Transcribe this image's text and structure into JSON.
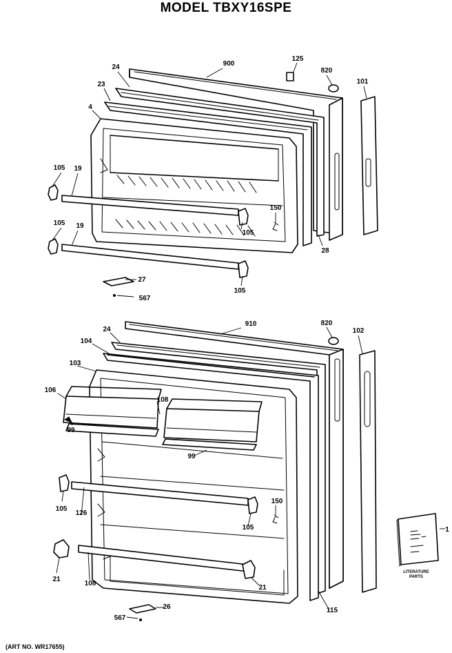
{
  "title": "MODEL TBXY16SPE",
  "art_number": "(ART NO. WR17655)",
  "literature_caption": [
    "LITERATURE",
    "PARTS"
  ],
  "upper_labels": {
    "l900": "900",
    "l125": "125",
    "l820": "820",
    "l101": "101",
    "l24": "24",
    "l23": "23",
    "l4": "4",
    "l105a": "105",
    "l19a": "19",
    "l105b": "105",
    "l19b": "19",
    "l150": "150",
    "l105c": "105",
    "l105d": "105",
    "l28": "28",
    "l27": "27",
    "l567": "567"
  },
  "lower_labels": {
    "l910": "910",
    "l820": "820",
    "l102": "102",
    "l24": "24",
    "l104": "104",
    "l103": "103",
    "l106": "106",
    "l108a": "108",
    "l99a": "99",
    "l99b": "99",
    "l105a": "105",
    "l126": "126",
    "l150": "150",
    "l105b": "105",
    "l21a": "21",
    "l108b": "108",
    "l21b": "21",
    "l115": "115",
    "l26": "26",
    "l567": "567",
    "l1": "1"
  }
}
